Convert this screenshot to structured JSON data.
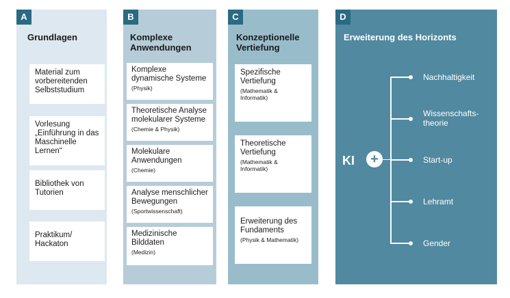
{
  "columns": [
    {
      "letter": "A",
      "title": "Grundlagen",
      "boxes": [
        {
          "text": "Material zum vorbereitenden Selbststudium",
          "sub": ""
        },
        {
          "text": "Vorlesung „Einführung in das Maschinelle Lernen“",
          "sub": ""
        },
        {
          "text": "Bibliothek von Tutorien",
          "sub": ""
        },
        {
          "text": "Praktikum/ Hackaton",
          "sub": ""
        }
      ]
    },
    {
      "letter": "B",
      "title": "Komplexe Anwendungen",
      "boxes": [
        {
          "text": "Komplexe dynamische Systeme",
          "sub": "(Physik)"
        },
        {
          "text": "Theoretische Analyse molekularer Systeme",
          "sub": "(Chemie & Physik)"
        },
        {
          "text": "Molekulare Anwendungen",
          "sub": "(Chemie)"
        },
        {
          "text": "Analyse menschlicher Bewegungen",
          "sub": "(Sportwissenschaft)"
        },
        {
          "text": "Medizinische Bilddaten",
          "sub": "(Medizin)"
        }
      ]
    },
    {
      "letter": "C",
      "title": "Konzeptionelle Vertiefung",
      "boxes": [
        {
          "text": "Spezifische Vertiefung",
          "sub": "(Mathematik & Informatik)"
        },
        {
          "text": "Theoretische Vertiefung",
          "sub": "(Mathematik & Informatik)"
        },
        {
          "text": "Erweiterung des Fundaments",
          "sub": "(Physik & Mathematik)"
        }
      ]
    },
    {
      "letter": "D",
      "title": "Erweiterung des Horizonts",
      "center": "KI",
      "plus": "+",
      "branches": [
        "Nachhaltigkeit",
        "Wissenschafts- theorie",
        "Start-up",
        "Lehramt",
        "Gender"
      ]
    }
  ],
  "colors": {
    "colA": "#dde8f0",
    "colB": "#b6ccd9",
    "colC": "#99bccb",
    "colD": "#5089a0",
    "badge": "#2a6a82"
  }
}
